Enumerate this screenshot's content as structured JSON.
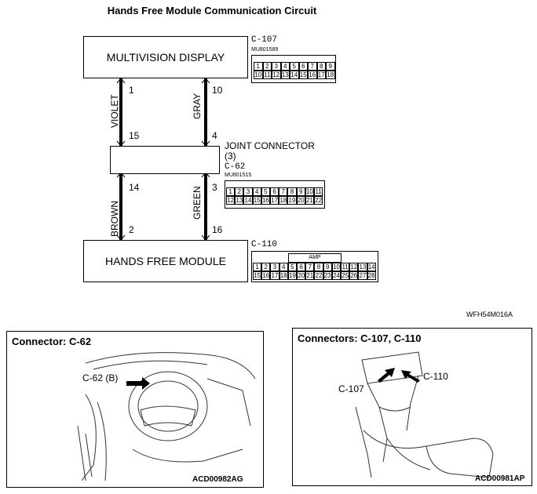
{
  "title": "Hands Free Module Communication Circuit",
  "boxes": {
    "display": "MULTIVISION DISPLAY",
    "joint": "JOINT CONNECTOR (3)",
    "module": "HANDS FREE MODULE"
  },
  "connectors": {
    "c107": {
      "name": "C-107",
      "part": "MU801589",
      "top": [
        "1",
        "2",
        "3",
        "4",
        "5",
        "6",
        "7",
        "8",
        "9"
      ],
      "bottom": [
        "10",
        "11",
        "12",
        "13",
        "14",
        "15",
        "16",
        "17",
        "18"
      ]
    },
    "c62": {
      "name": "C-62",
      "part": "MU801515",
      "top": [
        "1",
        "2",
        "3",
        "4",
        "5",
        "6",
        "7",
        "8",
        "9",
        "10",
        "11"
      ],
      "bottom": [
        "12",
        "13",
        "14",
        "15",
        "16",
        "17",
        "18",
        "19",
        "20",
        "21",
        "22"
      ]
    },
    "c110": {
      "name": "C-110",
      "part_label": "AMP",
      "top": [
        "1",
        "2",
        "3",
        "4",
        "5",
        "6",
        "7",
        "8",
        "9",
        "10",
        "11",
        "12",
        "13",
        "14"
      ],
      "bottom": [
        "15",
        "16",
        "17",
        "18",
        "19",
        "20",
        "21",
        "22",
        "23",
        "24",
        "25",
        "26",
        "27",
        "28"
      ]
    }
  },
  "wires": {
    "left": {
      "upper_color": "VIOLET",
      "lower_color": "BROWN",
      "pins": [
        "1",
        "15",
        "14",
        "2"
      ]
    },
    "right": {
      "upper_color": "GRAY",
      "lower_color": "GREEN",
      "pins": [
        "10",
        "4",
        "3",
        "16"
      ]
    }
  },
  "figure_code": "WFH54M016A",
  "panels": {
    "left": {
      "title": "Connector: C-62",
      "callout": "C-62 (B)",
      "code": "ACD00982AG"
    },
    "right": {
      "title": "Connectors: C-107, C-110",
      "callout_a": "C-107",
      "callout_b": "C-110",
      "code": "ACD00981AP"
    }
  }
}
